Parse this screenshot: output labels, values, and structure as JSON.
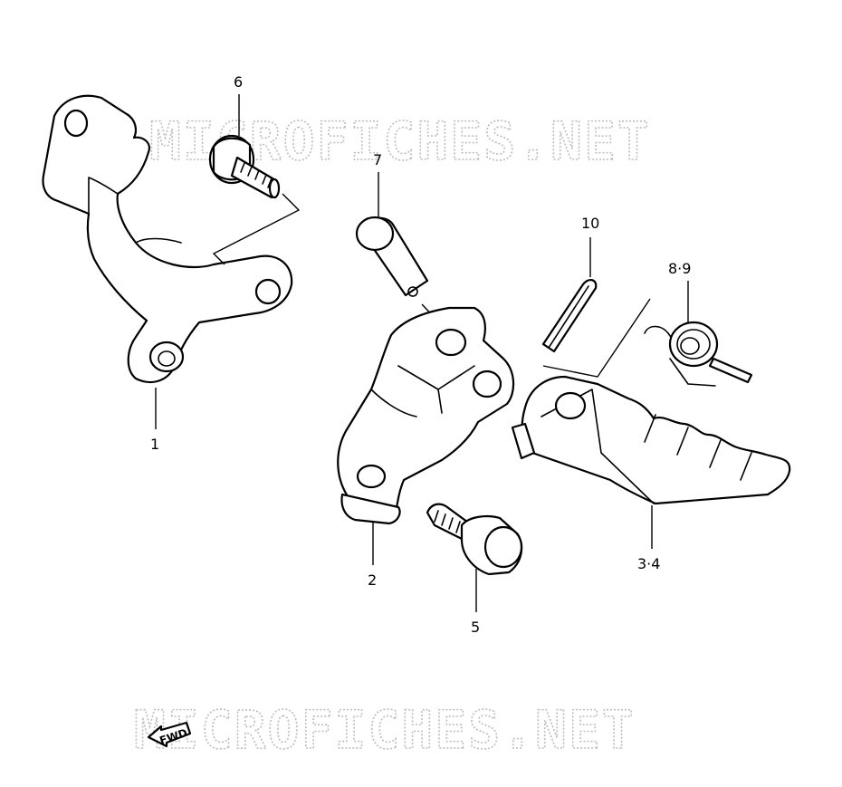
{
  "watermark": {
    "text": "MICROFICHES.NET"
  },
  "direction_badge": {
    "label": "FWD"
  },
  "callouts": {
    "c1": "1",
    "c2": "2",
    "c34": "3·4",
    "c5": "5",
    "c6": "6",
    "c7": "7",
    "c89": "8·9",
    "c10": "10"
  }
}
